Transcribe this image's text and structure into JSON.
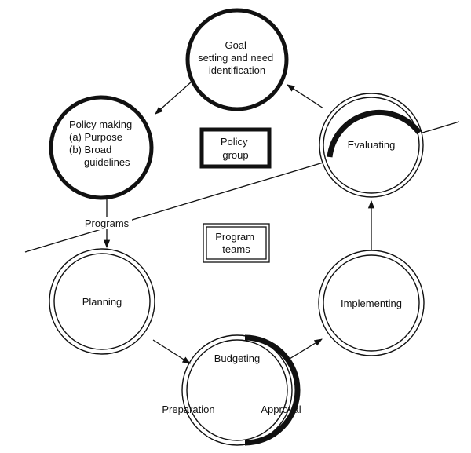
{
  "nodes": {
    "goal": {
      "lines": [
        "Goal",
        "setting and need",
        "identification"
      ]
    },
    "policy_making": {
      "lines": [
        "Policy making",
        "(a) Purpose",
        "(b) Broad",
        "guidelines"
      ]
    },
    "evaluating": {
      "label": "Evaluating"
    },
    "planning": {
      "label": "Planning"
    },
    "implementing": {
      "label": "Implementing"
    },
    "budgeting": {
      "label": "Budgeting",
      "preparation": "Preparation",
      "approval": "Approval"
    }
  },
  "boxes": {
    "policy_group": {
      "lines": [
        "Policy",
        "group"
      ]
    },
    "program_teams": {
      "lines": [
        "Program",
        "teams"
      ]
    }
  },
  "labels": {
    "programs": "Programs"
  }
}
